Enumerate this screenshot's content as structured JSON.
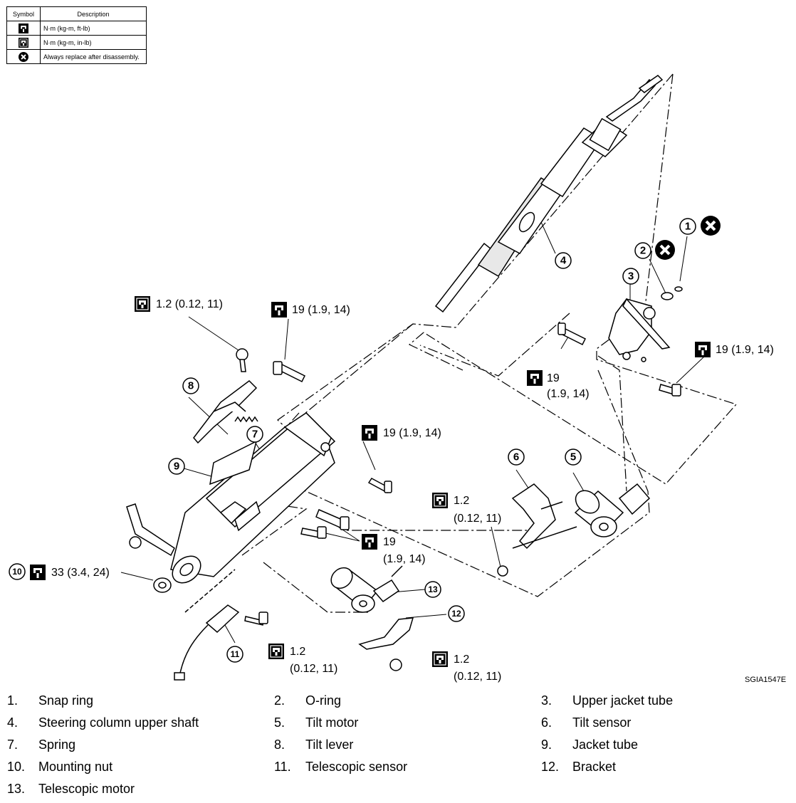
{
  "legend": {
    "header_symbol": "Symbol",
    "header_description": "Description",
    "rows": [
      {
        "icon": "torque-wrench-icon",
        "description": "N·m (kg-m, ft-lb)"
      },
      {
        "icon": "torque-wrench-small-icon",
        "description": "N·m (kg-m, in-lb)"
      },
      {
        "icon": "always-replace-icon",
        "description": "Always replace after disassembly."
      }
    ]
  },
  "torque_labels": {
    "t1": "1.2 (0.12, 11)",
    "t2": "19 (1.9, 14)",
    "t3": "19 (1.9, 14)",
    "t4a": "19",
    "t4b": "(1.9, 14)",
    "t5": "19 (1.9, 14)",
    "t6a": "1.2",
    "t6b": "(0.12, 11)",
    "t7a": "19",
    "t7b": "(1.9, 14)",
    "t8": "33 (3.4, 24)",
    "t9a": "1.2",
    "t9b": "(0.12, 11)",
    "t10a": "1.2",
    "t10b": "(0.12, 11)"
  },
  "callouts": [
    "1",
    "2",
    "3",
    "4",
    "5",
    "6",
    "7",
    "8",
    "9",
    "10",
    "11",
    "12",
    "13"
  ],
  "figure_code": "SGIA1547E",
  "parts": [
    {
      "num": "1.",
      "name": "Snap ring"
    },
    {
      "num": "2.",
      "name": "O-ring"
    },
    {
      "num": "3.",
      "name": "Upper jacket tube"
    },
    {
      "num": "4.",
      "name": "Steering column upper shaft"
    },
    {
      "num": "5.",
      "name": "Tilt motor"
    },
    {
      "num": "6.",
      "name": "Tilt sensor"
    },
    {
      "num": "7.",
      "name": "Spring"
    },
    {
      "num": "8.",
      "name": "Tilt lever"
    },
    {
      "num": "9.",
      "name": "Jacket tube"
    },
    {
      "num": "10.",
      "name": "Mounting nut"
    },
    {
      "num": "11.",
      "name": "Telescopic sensor"
    },
    {
      "num": "12.",
      "name": "Bracket"
    },
    {
      "num": "13.",
      "name": "Telescopic motor"
    }
  ]
}
